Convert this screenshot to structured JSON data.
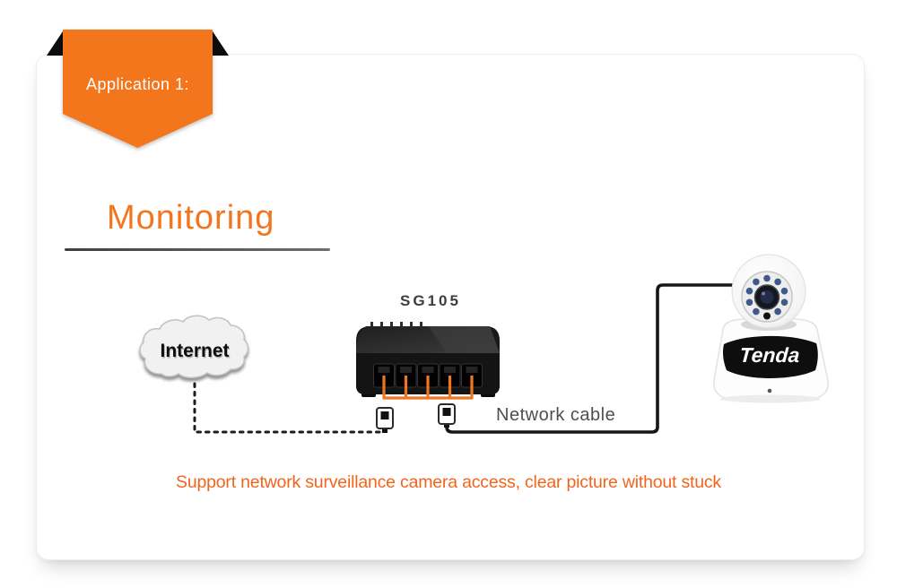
{
  "ribbon": {
    "label": "Application 1:"
  },
  "heading": {
    "title": "Monitoring"
  },
  "diagram": {
    "internet_label": "Internet",
    "switch_label": "SG105",
    "cable_label": "Network cable",
    "camera_brand": "Tenda"
  },
  "caption": "Support network surveillance camera access, clear picture without stuck",
  "colors": {
    "accent": "#f3751d",
    "connector_orange": "#ef7722",
    "cable_black": "#161616",
    "switch_body": "#1a1a1a",
    "label_gray": "#4f4f4f"
  },
  "icons": {
    "internet": "cloud-icon",
    "switch": "ethernet-switch-icon",
    "camera": "ip-camera-icon",
    "connectors": "rj45-plug-icon"
  }
}
